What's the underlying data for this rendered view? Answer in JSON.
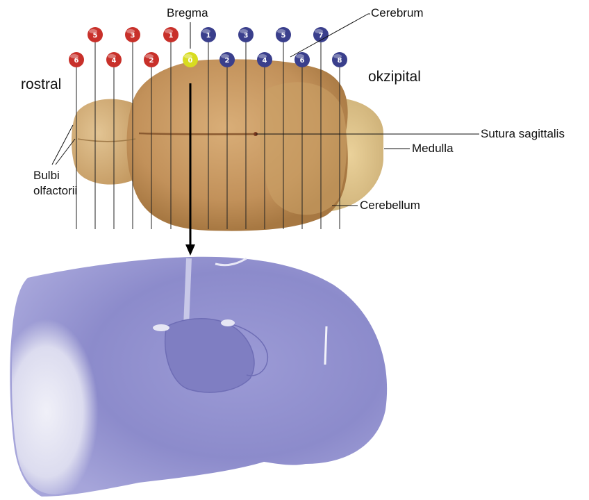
{
  "labels": {
    "bregma": "Bregma",
    "cerebrum": "Cerebrum",
    "rostral": "rostral",
    "okzipital": "okzipital",
    "sutura": "Sutura sagittalis",
    "medulla": "Medulla",
    "bulbi_line1": "Bulbi",
    "bulbi_line2": "olfactorii",
    "cerebellum": "Cerebellum"
  },
  "markers": [
    {
      "n": "6",
      "color": "red"
    },
    {
      "n": "5",
      "color": "red"
    },
    {
      "n": "4",
      "color": "red"
    },
    {
      "n": "3",
      "color": "red"
    },
    {
      "n": "2",
      "color": "red"
    },
    {
      "n": "1",
      "color": "red"
    },
    {
      "n": "0",
      "color": "yellow"
    },
    {
      "n": "1",
      "color": "blue"
    },
    {
      "n": "2",
      "color": "blue"
    },
    {
      "n": "3",
      "color": "blue"
    },
    {
      "n": "4",
      "color": "blue"
    },
    {
      "n": "5",
      "color": "blue"
    },
    {
      "n": "6",
      "color": "blue"
    },
    {
      "n": "7",
      "color": "blue"
    },
    {
      "n": "8",
      "color": "blue"
    }
  ],
  "colors": {
    "red": "#c8302a",
    "yellow": "#d8dc20",
    "blue": "#3a3f8c",
    "brain": "#c79a63",
    "brain_dark": "#a97b48",
    "section": "#8f8fcf",
    "section_light": "#d8d8ee"
  }
}
